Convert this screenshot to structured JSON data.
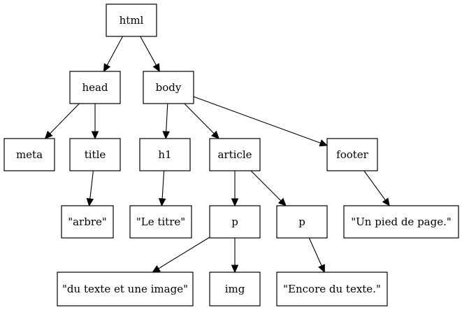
{
  "nodes": [
    {
      "id": "html",
      "label": "html"
    },
    {
      "id": "head",
      "label": "head"
    },
    {
      "id": "body",
      "label": "body"
    },
    {
      "id": "meta",
      "label": "meta"
    },
    {
      "id": "title",
      "label": "title"
    },
    {
      "id": "h1",
      "label": "h1"
    },
    {
      "id": "article",
      "label": "article"
    },
    {
      "id": "footer",
      "label": "footer"
    },
    {
      "id": "arbre",
      "label": "\"arbre\""
    },
    {
      "id": "letitre",
      "label": "\"Le titre\""
    },
    {
      "id": "p1",
      "label": "p"
    },
    {
      "id": "p2",
      "label": "p"
    },
    {
      "id": "pied",
      "label": "\"Un pied de page.\""
    },
    {
      "id": "texte",
      "label": "\"du texte et une image\""
    },
    {
      "id": "img",
      "label": "img"
    },
    {
      "id": "encore",
      "label": "\"Encore du texte.\""
    }
  ],
  "edges": [
    {
      "from": "html",
      "to": "head"
    },
    {
      "from": "html",
      "to": "body"
    },
    {
      "from": "head",
      "to": "meta"
    },
    {
      "from": "head",
      "to": "title"
    },
    {
      "from": "title",
      "to": "arbre"
    },
    {
      "from": "body",
      "to": "h1"
    },
    {
      "from": "body",
      "to": "article"
    },
    {
      "from": "body",
      "to": "footer"
    },
    {
      "from": "h1",
      "to": "letitre"
    },
    {
      "from": "article",
      "to": "p1"
    },
    {
      "from": "article",
      "to": "p2"
    },
    {
      "from": "footer",
      "to": "pied"
    },
    {
      "from": "p1",
      "to": "texte"
    },
    {
      "from": "p1",
      "to": "img"
    },
    {
      "from": "p2",
      "to": "encore"
    }
  ]
}
